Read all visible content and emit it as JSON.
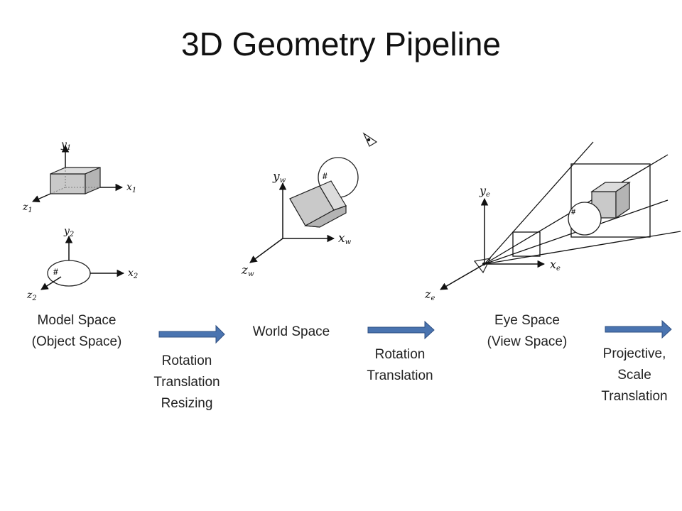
{
  "title": "3D Geometry Pipeline",
  "stages": [
    {
      "line1": "Model Space",
      "line2": "(Object Space)"
    },
    {
      "line1": "World Space"
    },
    {
      "line1": "Eye Space",
      "line2": "(View Space)"
    }
  ],
  "transforms": [
    {
      "lines": [
        "Rotation",
        "Translation",
        "Resizing"
      ]
    },
    {
      "lines": [
        "Rotation",
        "Translation"
      ]
    },
    {
      "lines": [
        "Projective,",
        "Scale",
        "Translation"
      ]
    }
  ],
  "axes": {
    "model1": {
      "y": "y",
      "y_sub": "1",
      "x": "x",
      "x_sub": "1",
      "z": "z",
      "z_sub": "1"
    },
    "model2": {
      "y": "y",
      "y_sub": "2",
      "x": "x",
      "x_sub": "2",
      "z": "z",
      "z_sub": "2"
    },
    "world": {
      "y": "y",
      "y_sub": "w",
      "x": "x",
      "x_sub": "w",
      "z": "z",
      "z_sub": "w"
    },
    "eye": {
      "y": "y",
      "y_sub": "e",
      "x": "x",
      "x_sub": "e",
      "z": "z",
      "z_sub": "e"
    }
  },
  "sphere_mark": "#",
  "colors": {
    "arrow_fill": "#4a74b0",
    "arrow_stroke": "#2f4f82",
    "box_front": "#c9c9c9",
    "box_top": "#dcdcdc",
    "box_side": "#b4b4b4"
  }
}
